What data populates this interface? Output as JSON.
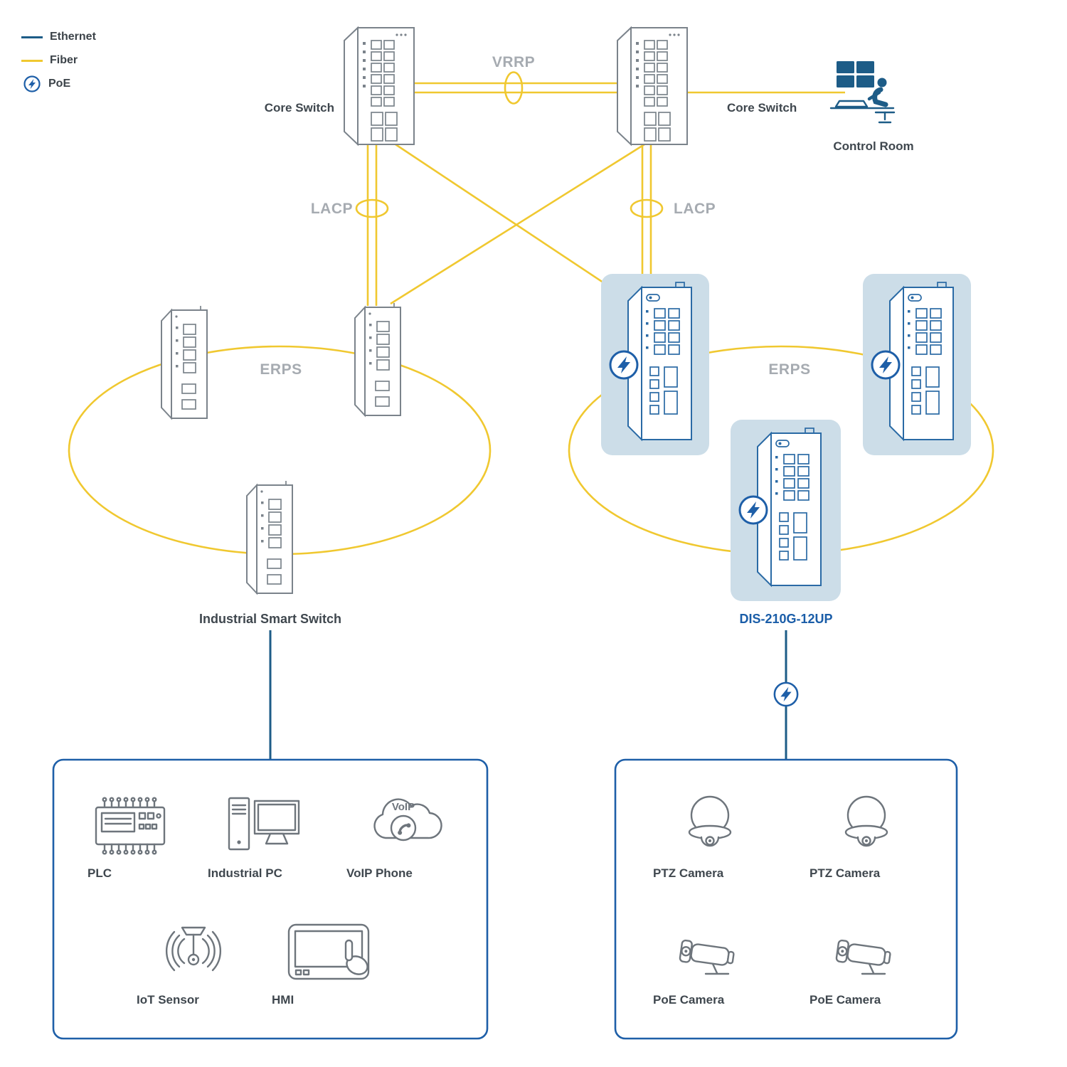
{
  "colors": {
    "ethernet_line": "#1d5c87",
    "fiber_line": "#f0c830",
    "poe_accent": "#1e5fa8",
    "device_outline_gray": "#7b838b",
    "poe_switch_outline": "#2a6aa5",
    "poe_highlight_bg": "#ccdde8",
    "protocol_label": "#a6abb1",
    "label_dark": "#3f474e"
  },
  "legend": {
    "ethernet": "Ethernet",
    "fiber": "Fiber",
    "poe": "PoE"
  },
  "top": {
    "core_switch_left": "Core Switch",
    "core_switch_right": "Core Switch",
    "vrrp": "VRRP",
    "control_room": "Control Room"
  },
  "links": {
    "lacp_left": "LACP",
    "lacp_right": "LACP"
  },
  "left_ring": {
    "protocol": "ERPS",
    "switch_name": "Industrial Smart Switch"
  },
  "right_ring": {
    "protocol": "ERPS",
    "switch_name": "DIS-210G-12UP"
  },
  "voip_cloud_text": "VoIP",
  "devices_left": [
    {
      "label": "PLC"
    },
    {
      "label": "Industrial PC"
    },
    {
      "label": "VoIP Phone"
    },
    {
      "label": "IoT Sensor"
    },
    {
      "label": "HMI"
    }
  ],
  "devices_right": [
    {
      "label": "PTZ Camera"
    },
    {
      "label": "PTZ Camera"
    },
    {
      "label": "PoE Camera"
    },
    {
      "label": "PoE Camera"
    }
  ]
}
